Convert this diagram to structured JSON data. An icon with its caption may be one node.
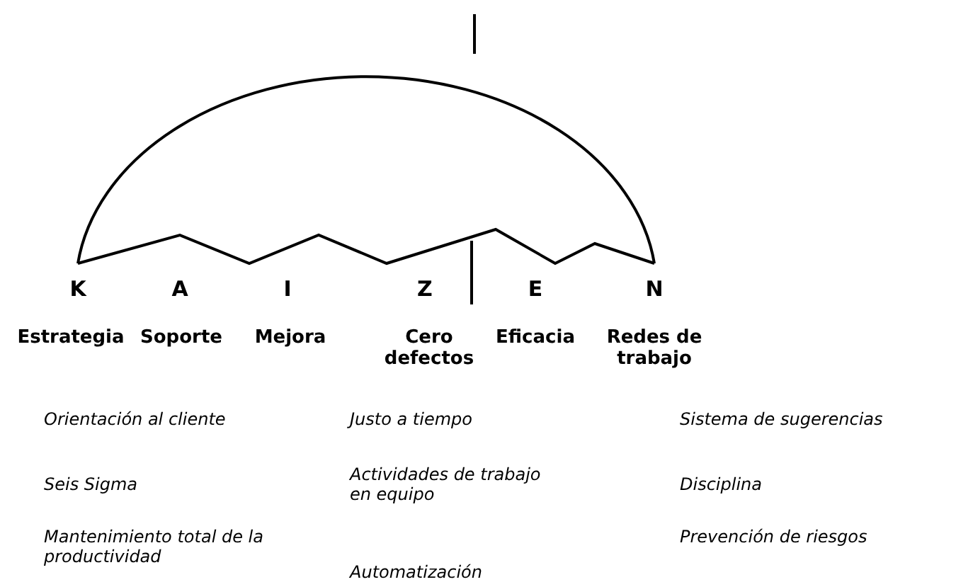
{
  "diagram": {
    "labels": [
      "K",
      "A",
      "I",
      "Z",
      "E",
      "N",
      "Estrategia",
      "Soporte",
      "Mejora",
      "Cero defectos",
      "Eficacia",
      "Redes de trabajo",
      "Orientación al cliente",
      "Justo a tiempo",
      "Sistema de sugerencias",
      "Seis Sigma",
      "Actividades de trabajo en equipo",
      "Disciplina",
      "Mantenimiento total de la productividad",
      "Automatización",
      "Prevención de riesgos"
    ]
  }
}
